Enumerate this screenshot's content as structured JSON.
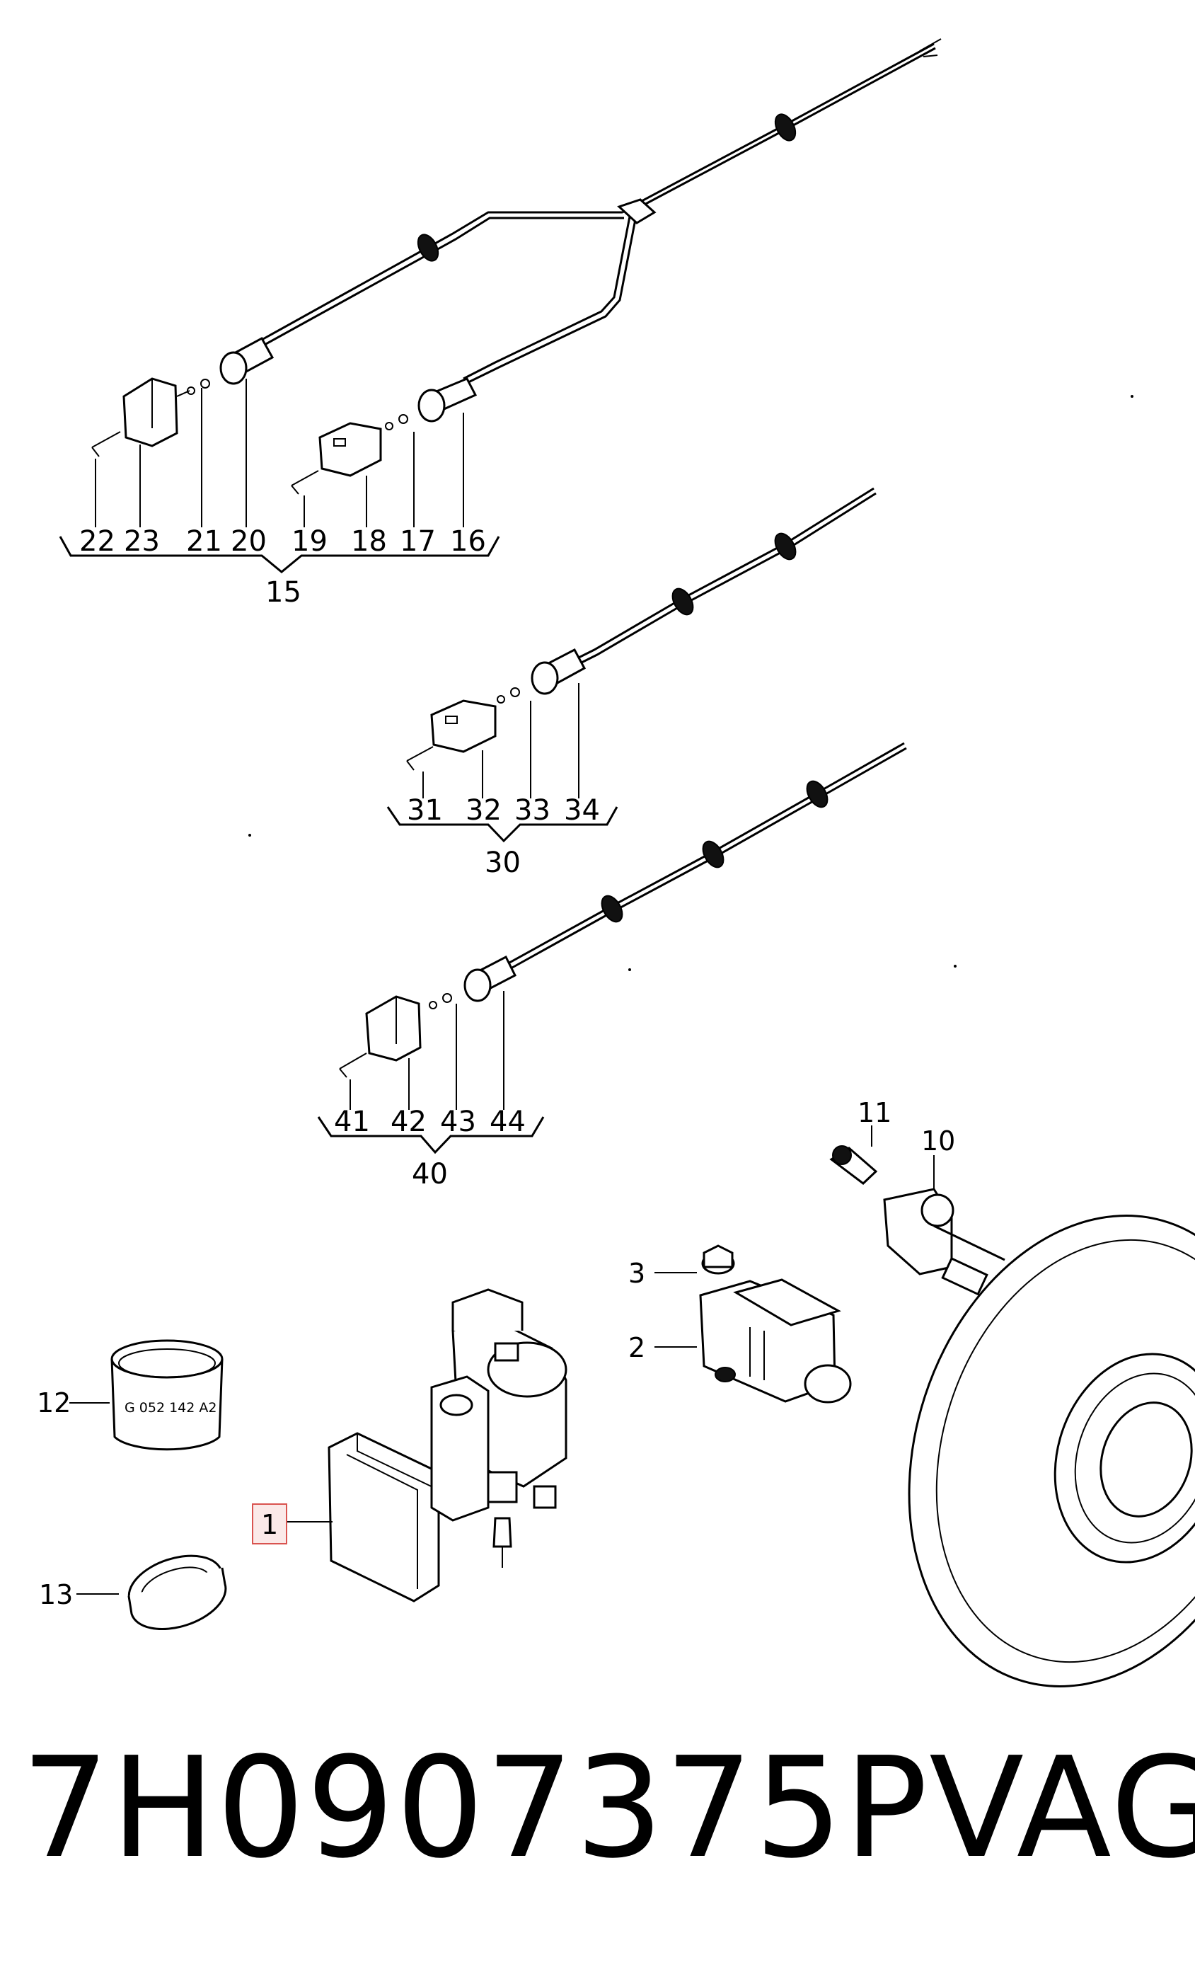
{
  "caption": {
    "part_number": "7H0907375P",
    "brand": "VAG"
  },
  "group15": {
    "total": "15",
    "labels": [
      "22",
      "23",
      "21",
      "20",
      "19",
      "18",
      "17",
      "16"
    ]
  },
  "group30": {
    "total": "30",
    "labels": [
      "31",
      "32",
      "33",
      "34"
    ]
  },
  "group40": {
    "total": "40",
    "labels": [
      "41",
      "42",
      "43",
      "44"
    ]
  },
  "parts": {
    "p1": "1",
    "p2": "2",
    "p3": "3",
    "p10": "10",
    "p11": "11",
    "p12": "12",
    "p13": "13",
    "sleeve_marking": "G 052 142 A2"
  },
  "highlight_color": "#d9534f"
}
